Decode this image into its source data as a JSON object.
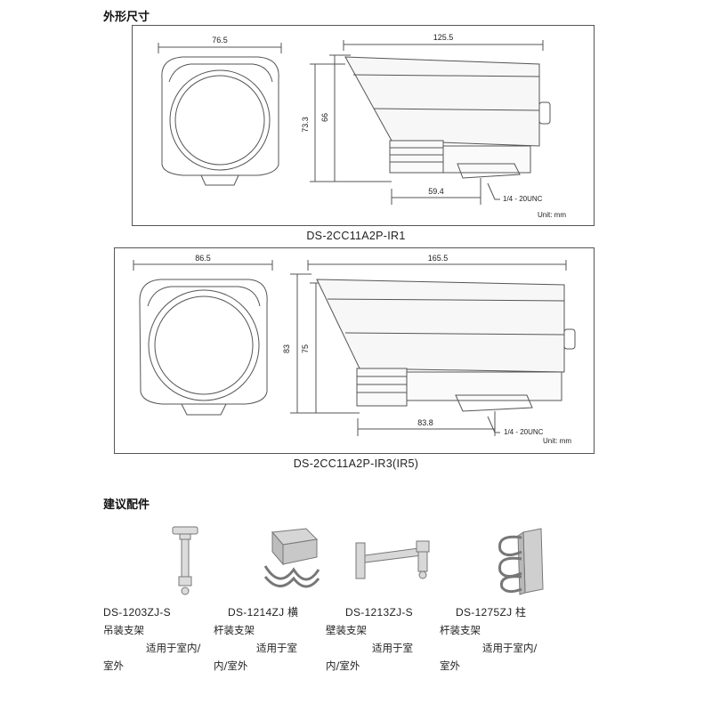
{
  "section_dimensions": {
    "title": "外形尺寸"
  },
  "drawing1": {
    "front_width": "76.5",
    "side_length": "125.5",
    "height_total": "73.3",
    "height_body": "66",
    "mount_offset": "59.4",
    "thread_label": "1/4 - 20UNC",
    "unit_label": "Unit: mm",
    "caption": "DS-2CC11A2P-IR1"
  },
  "drawing2": {
    "front_width": "86.5",
    "side_length": "165.5",
    "height_total": "83",
    "height_body": "75",
    "mount_offset": "83.8",
    "thread_label": "1/4 - 20UNC",
    "unit_label": "Unit: mm",
    "caption": "DS-2CC11A2P-IR3(IR5)"
  },
  "section_accessories": {
    "title": "建议配件"
  },
  "accessories": [
    {
      "model": "DS-1203ZJ-S",
      "line2": "吊装支架",
      "line3": "适用于室内/",
      "line4": "室外",
      "icon": "pendant-mount-icon"
    },
    {
      "model": "DS-1214ZJ 横",
      "line2": "杆装支架",
      "line3": "适用于室",
      "line4": "内/室外",
      "icon": "pole-mount-icon"
    },
    {
      "model": "DS-1213ZJ-S",
      "line2": "壁装支架",
      "line3": "适用于室",
      "line4": "内/室外",
      "icon": "wall-mount-icon"
    },
    {
      "model": "DS-1275ZJ 柱",
      "line2": "杆装支架",
      "line3": "适用于室内/",
      "line4": "室外",
      "icon": "column-mount-icon"
    }
  ]
}
